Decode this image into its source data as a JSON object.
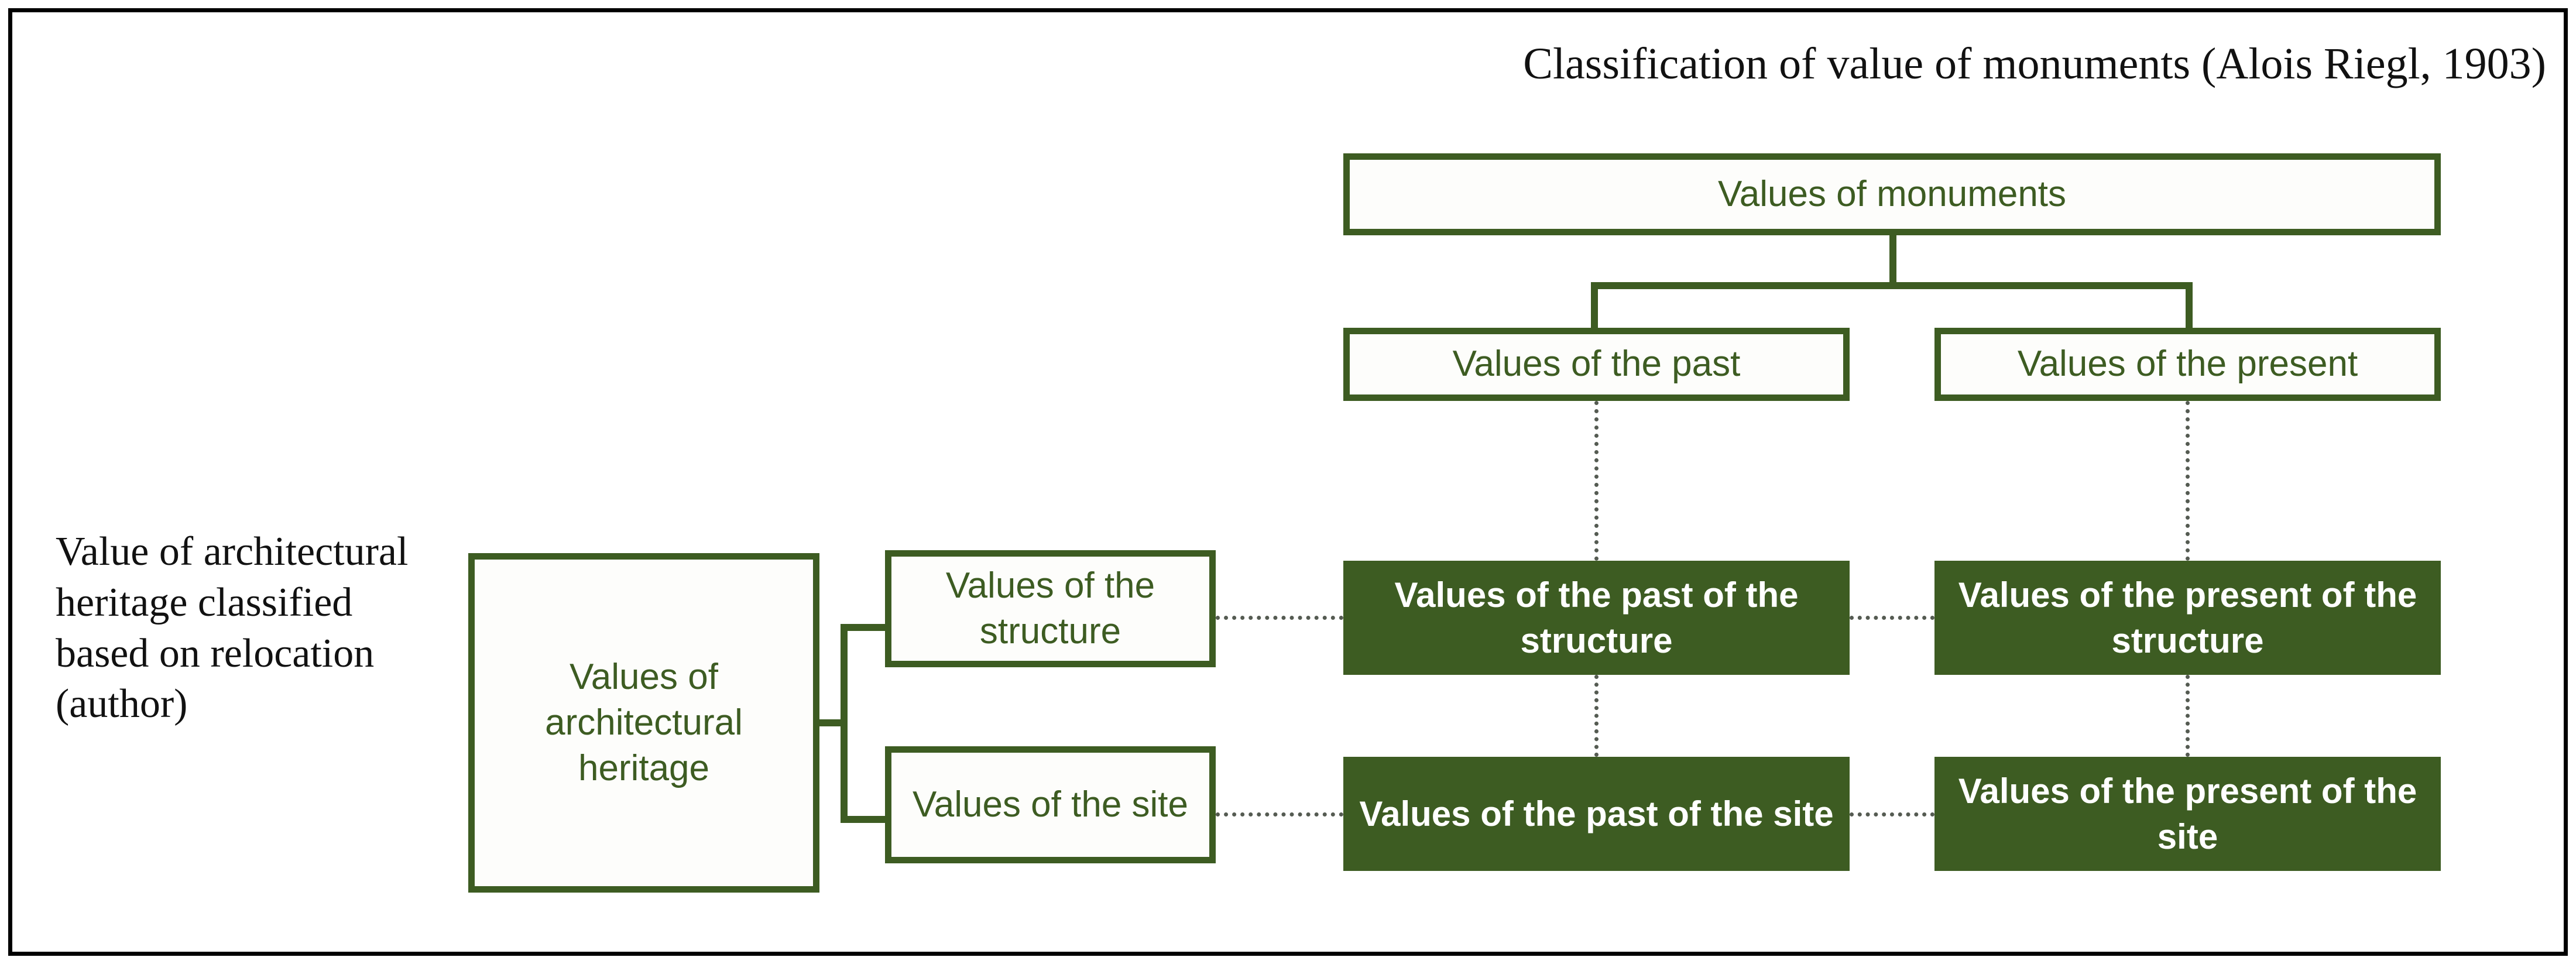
{
  "figure": {
    "title": "Classification of value of monuments (Alois Riegl, 1903)",
    "left_caption": "Value of architectural heritage classified based on relocation (author)",
    "colors": {
      "green": "#3d5c22",
      "box_fill": "#fdfdfb",
      "filled_text": "#ffffff",
      "frame": "#000000",
      "dotted": "#555b52"
    }
  },
  "diagram": {
    "type": "hierarchy",
    "left_tree": {
      "root": {
        "label": "Values of architectural heritage"
      },
      "children": [
        {
          "label": "Values of the structure"
        },
        {
          "label": "Values of the site"
        }
      ]
    },
    "right_tree": {
      "root": {
        "label": "Values of monuments"
      },
      "children": [
        {
          "label": "Values of the past"
        },
        {
          "label": "Values of the present"
        }
      ]
    },
    "matrix": {
      "row_labels": [
        "Values of the structure",
        "Values of the site"
      ],
      "column_labels": [
        "Values of the past",
        "Values of the present"
      ],
      "cells": [
        [
          "Values of the past of the structure",
          "Values of the present of the structure"
        ],
        [
          "Values of the past of the site",
          "Values of the present of the site"
        ]
      ]
    }
  }
}
